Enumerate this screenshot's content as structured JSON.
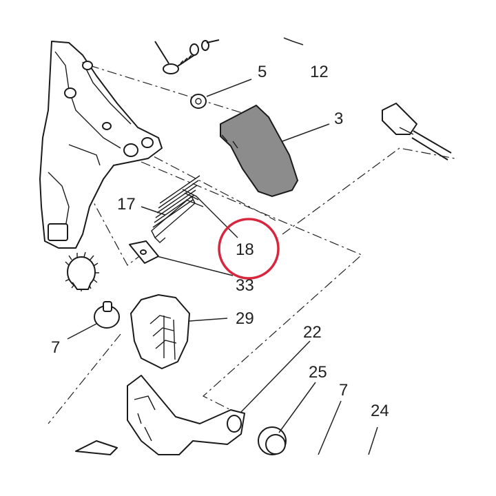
{
  "labels": {
    "p3": "3",
    "p5": "5",
    "p7a": "7",
    "p7b": "7",
    "p12": "12",
    "p17": "17",
    "p18": "18",
    "p22": "22",
    "p24": "24",
    "p25": "25",
    "p29": "29",
    "p33": "33"
  },
  "colors": {
    "highlight": "#d7263d",
    "ink": "#1a1a1a",
    "part_fill": "#8c8c8c"
  }
}
